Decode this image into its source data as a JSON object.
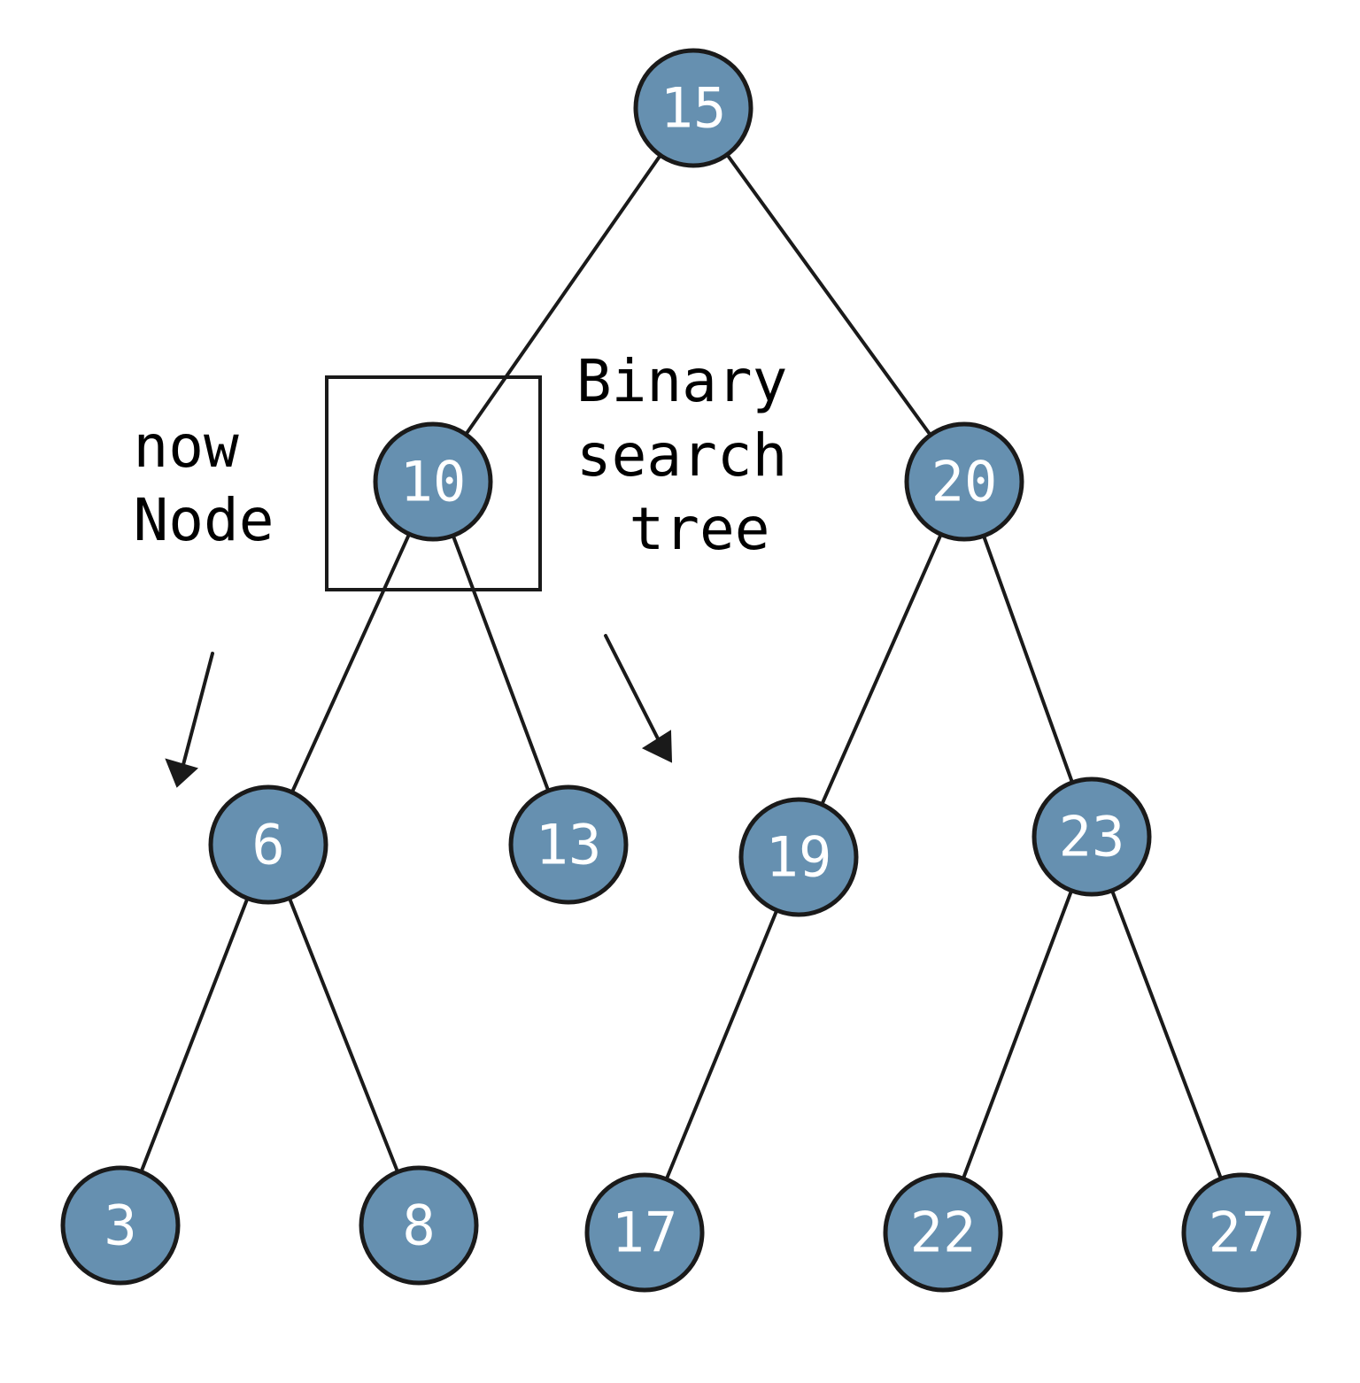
{
  "tree": {
    "nodes": [
      {
        "id": "n15",
        "label": "15"
      },
      {
        "id": "n10",
        "label": "10"
      },
      {
        "id": "n20",
        "label": "20"
      },
      {
        "id": "n6",
        "label": "6"
      },
      {
        "id": "n13",
        "label": "13"
      },
      {
        "id": "n19",
        "label": "19"
      },
      {
        "id": "n23",
        "label": "23"
      },
      {
        "id": "n3",
        "label": "3"
      },
      {
        "id": "n8",
        "label": "8"
      },
      {
        "id": "n17",
        "label": "17"
      },
      {
        "id": "n22",
        "label": "22"
      },
      {
        "id": "n27",
        "label": "27"
      }
    ],
    "edges": [
      {
        "from": "n15",
        "to": "n10"
      },
      {
        "from": "n15",
        "to": "n20"
      },
      {
        "from": "n10",
        "to": "n6"
      },
      {
        "from": "n10",
        "to": "n13"
      },
      {
        "from": "n20",
        "to": "n19"
      },
      {
        "from": "n20",
        "to": "n23"
      },
      {
        "from": "n6",
        "to": "n3"
      },
      {
        "from": "n6",
        "to": "n8"
      },
      {
        "from": "n19",
        "to": "n17"
      },
      {
        "from": "n23",
        "to": "n22"
      },
      {
        "from": "n23",
        "to": "n27"
      }
    ],
    "highlighted_node": "n10"
  },
  "annotations": {
    "now_node": [
      "now",
      "Node"
    ],
    "binary_search_tree": [
      "Binary",
      "search",
      "tree"
    ]
  },
  "colors": {
    "node_fill": "#6690b0",
    "node_text": "#ffffff",
    "stroke": "#1a1a1a"
  }
}
